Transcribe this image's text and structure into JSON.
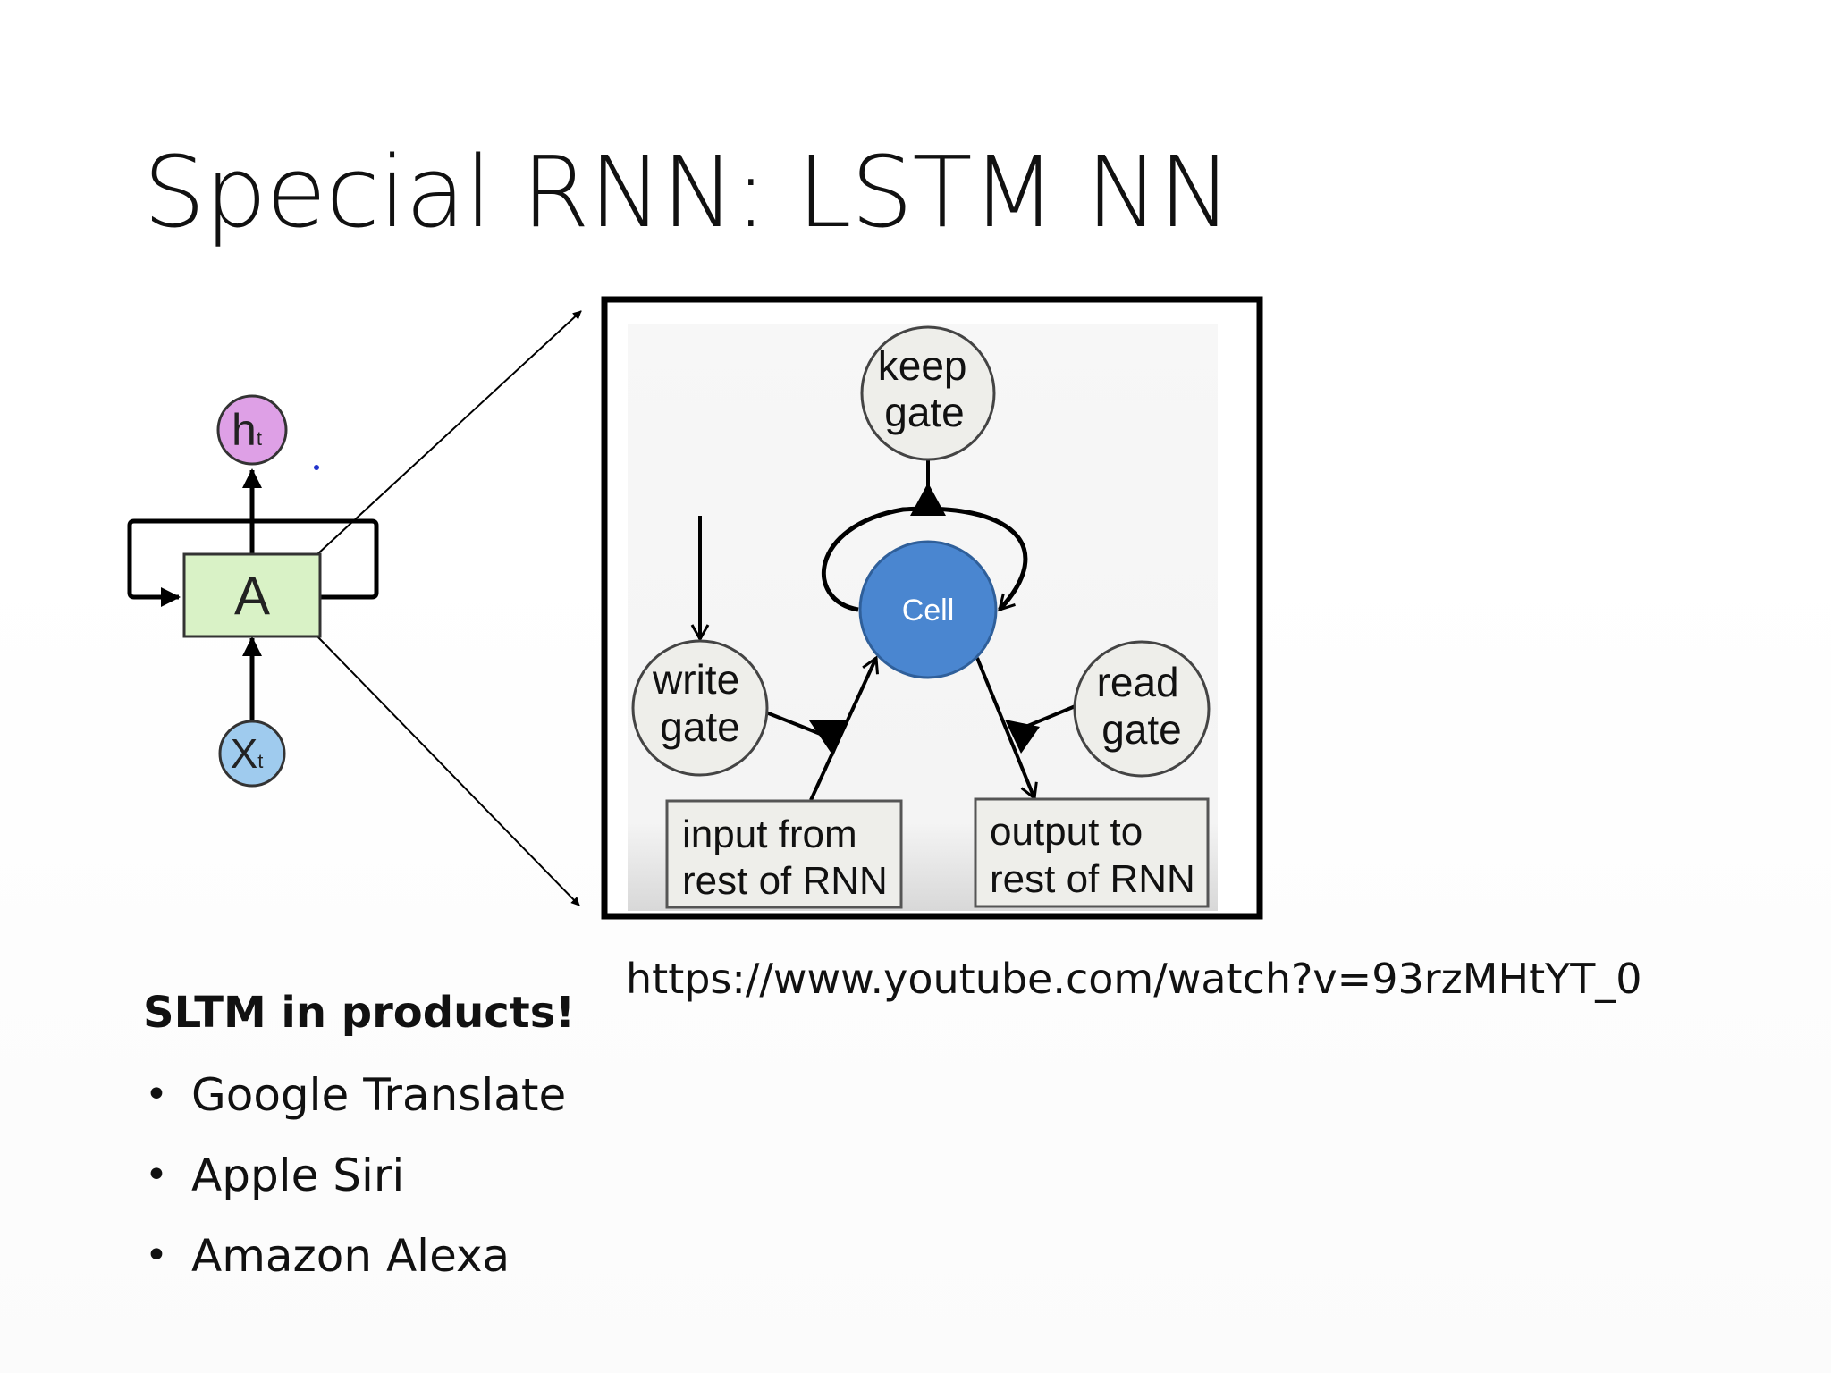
{
  "slide": {
    "title": "Special RNN: LSTM NN",
    "source_url": "https://www.youtube.com/watch?v=93rzMHtYT_0"
  },
  "rnn_unit": {
    "output_label": "h",
    "output_subscript": "t",
    "cell_label": "A",
    "input_label": "X",
    "input_subscript": "t"
  },
  "lstm_diagram": {
    "keep_gate": [
      "keep",
      "gate"
    ],
    "write_gate": [
      "write",
      "gate"
    ],
    "read_gate": [
      "read",
      "gate"
    ],
    "cell_label": "Cell",
    "input_box": [
      "input from",
      "rest of RNN"
    ],
    "output_box": [
      "output to",
      "rest of RNN"
    ]
  },
  "products": {
    "heading": "SLTM in products!",
    "bullet": "•",
    "items": [
      "Google Translate",
      "Apple Siri",
      "Amazon Alexa"
    ]
  },
  "colors": {
    "output_node": "#dea0e6",
    "input_node": "#9fcbee",
    "rnn_cell": "#d9f2c6",
    "lstm_cell": "#4a86d0",
    "gate_fill": "#eeeeea"
  }
}
